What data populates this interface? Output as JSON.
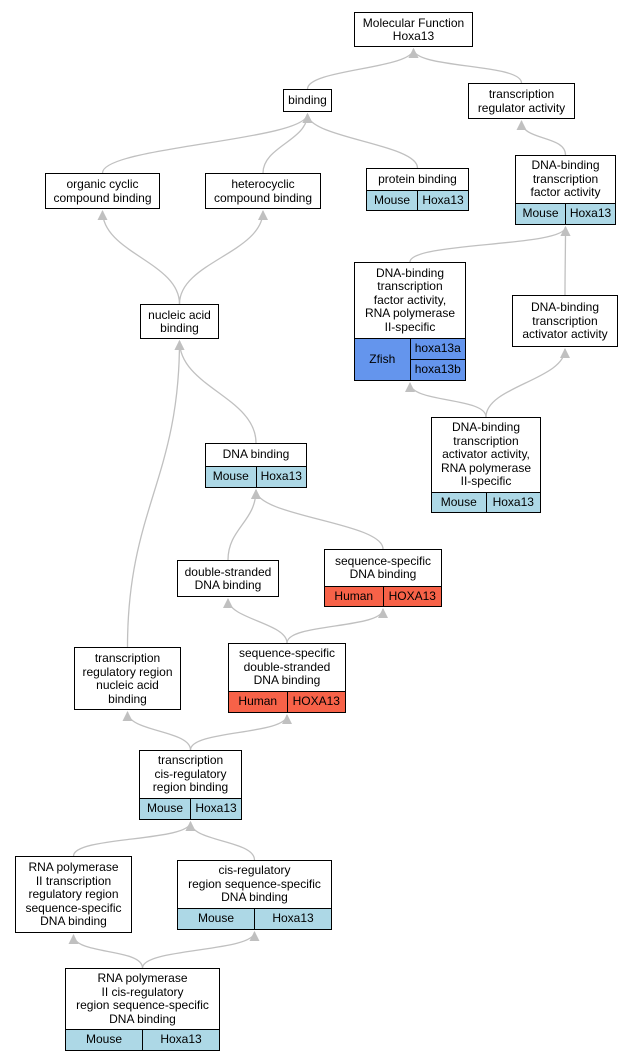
{
  "colors": {
    "mouse": "#add8e6",
    "human": "#f76248",
    "zfish": "#6495ed",
    "edge": "#c0c0c0"
  },
  "nodes": [
    {
      "id": "mf",
      "label": "Molecular Function\nHoxa13"
    },
    {
      "id": "binding",
      "label": "binding"
    },
    {
      "id": "tra",
      "label": "transcription\nregulator activity"
    },
    {
      "id": "ocb",
      "label": "organic cyclic\ncompound binding"
    },
    {
      "id": "hcb",
      "label": "heterocyclic\ncompound binding"
    },
    {
      "id": "pb",
      "label": "protein binding",
      "annotation": {
        "species": "Mouse",
        "genes": [
          "Hoxa13"
        ],
        "color": "mouse"
      }
    },
    {
      "id": "dbtfa",
      "label": "DNA-binding\ntranscription\nfactor activity",
      "annotation": {
        "species": "Mouse",
        "genes": [
          "Hoxa13"
        ],
        "color": "mouse"
      }
    },
    {
      "id": "dbtfa_pol2",
      "label": "DNA-binding\ntranscription\nfactor activity,\nRNA polymerase\nII-specific",
      "annotation": {
        "species": "Zfish",
        "genes": [
          "hoxa13a",
          "hoxa13b"
        ],
        "color": "zfish"
      }
    },
    {
      "id": "dbtaa",
      "label": "DNA-binding\ntranscription\nactivator activity"
    },
    {
      "id": "nab",
      "label": "nucleic acid\nbinding"
    },
    {
      "id": "dbtaa_pol2",
      "label": "DNA-binding\ntranscription\nactivator activity,\nRNA polymerase\nII-specific",
      "annotation": {
        "species": "Mouse",
        "genes": [
          "Hoxa13"
        ],
        "color": "mouse"
      }
    },
    {
      "id": "dnab",
      "label": "DNA binding",
      "annotation": {
        "species": "Mouse",
        "genes": [
          "Hoxa13"
        ],
        "color": "mouse"
      }
    },
    {
      "id": "ssdb",
      "label": "sequence-specific\nDNA binding",
      "annotation": {
        "species": "Human",
        "genes": [
          "HOXA13"
        ],
        "color": "human"
      }
    },
    {
      "id": "dsdb",
      "label": "double-stranded\nDNA binding"
    },
    {
      "id": "ssdsdb",
      "label": "sequence-specific\ndouble-stranded\nDNA binding",
      "annotation": {
        "species": "Human",
        "genes": [
          "HOXA13"
        ],
        "color": "human"
      }
    },
    {
      "id": "trrnab",
      "label": "transcription\nregulatory region\nnucleic acid\nbinding"
    },
    {
      "id": "tcrrb",
      "label": "transcription\ncis-regulatory\nregion binding",
      "annotation": {
        "species": "Mouse",
        "genes": [
          "Hoxa13"
        ],
        "color": "mouse"
      }
    },
    {
      "id": "rnap2",
      "label": "RNA polymerase\nII transcription\nregulatory region\nsequence-specific\nDNA binding"
    },
    {
      "id": "crrssdb",
      "label": "cis-regulatory\nregion sequence-specific\nDNA binding",
      "annotation": {
        "species": "Mouse",
        "genes": [
          "Hoxa13"
        ],
        "color": "mouse"
      }
    },
    {
      "id": "rnap2cr",
      "label": "RNA polymerase\nII cis-regulatory\nregion sequence-specific\nDNA binding",
      "annotation": {
        "species": "Mouse",
        "genes": [
          "Hoxa13"
        ],
        "color": "mouse"
      }
    }
  ],
  "edges": [
    [
      "binding",
      "mf"
    ],
    [
      "tra",
      "mf"
    ],
    [
      "ocb",
      "binding"
    ],
    [
      "hcb",
      "binding"
    ],
    [
      "pb",
      "binding"
    ],
    [
      "dbtfa",
      "tra"
    ],
    [
      "dbtfa_pol2",
      "dbtfa"
    ],
    [
      "dbtaa",
      "dbtfa"
    ],
    [
      "nab",
      "ocb"
    ],
    [
      "nab",
      "hcb"
    ],
    [
      "dbtaa_pol2",
      "dbtfa_pol2"
    ],
    [
      "dbtaa_pol2",
      "dbtaa"
    ],
    [
      "dnab",
      "nab"
    ],
    [
      "trrnab",
      "nab"
    ],
    [
      "ssdb",
      "dnab"
    ],
    [
      "dsdb",
      "dnab"
    ],
    [
      "ssdsdb",
      "dsdb"
    ],
    [
      "ssdsdb",
      "ssdb"
    ],
    [
      "tcrrb",
      "trrnab"
    ],
    [
      "tcrrb",
      "ssdsdb"
    ],
    [
      "rnap2",
      "tcrrb"
    ],
    [
      "crrssdb",
      "tcrrb"
    ],
    [
      "rnap2cr",
      "rnap2"
    ],
    [
      "rnap2cr",
      "crrssdb"
    ]
  ]
}
